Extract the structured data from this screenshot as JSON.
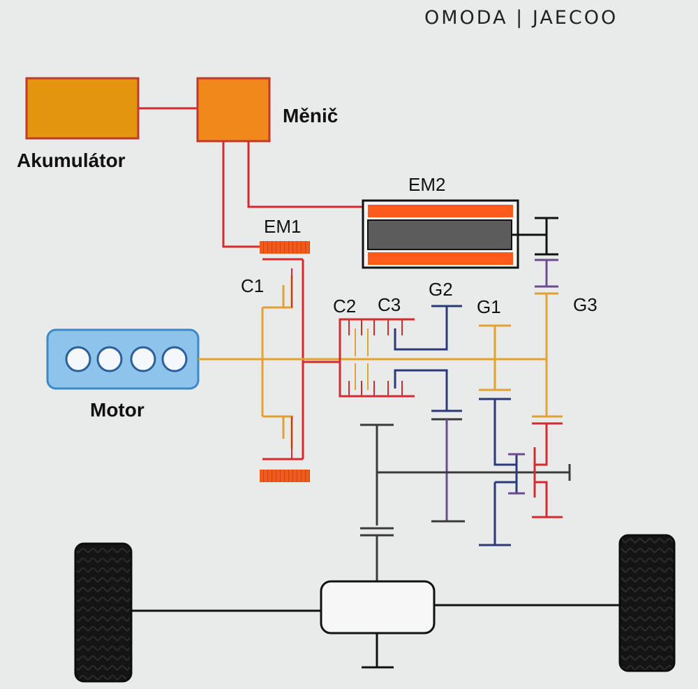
{
  "brand": {
    "text": "OMODA | JAECOO"
  },
  "labels": {
    "battery": "Akumulátor",
    "inverter": "Měnič",
    "engine": "Motor",
    "em1": "EM1",
    "em2": "EM2",
    "c1": "C1",
    "c2": "C2",
    "c3": "C3",
    "g1": "G1",
    "g2": "G2",
    "g3": "G3"
  },
  "colors": {
    "background": "#e9eaea",
    "battery_fill": "#e3950f",
    "inverter_fill": "#f0881c",
    "electric_line": "#d32b2f",
    "motor_rotor": "#ff5a1a",
    "motor_core": "#5c5c5c",
    "engine_fill": "#8ec3ec",
    "engine_stroke": "#3e88c6",
    "gear_orange": "#e3a132",
    "gear_purple": "#6a4b8c",
    "gear_navy": "#2a3a78",
    "shaft_dark": "#3a3a3a",
    "tire": "#1a1a1a"
  }
}
